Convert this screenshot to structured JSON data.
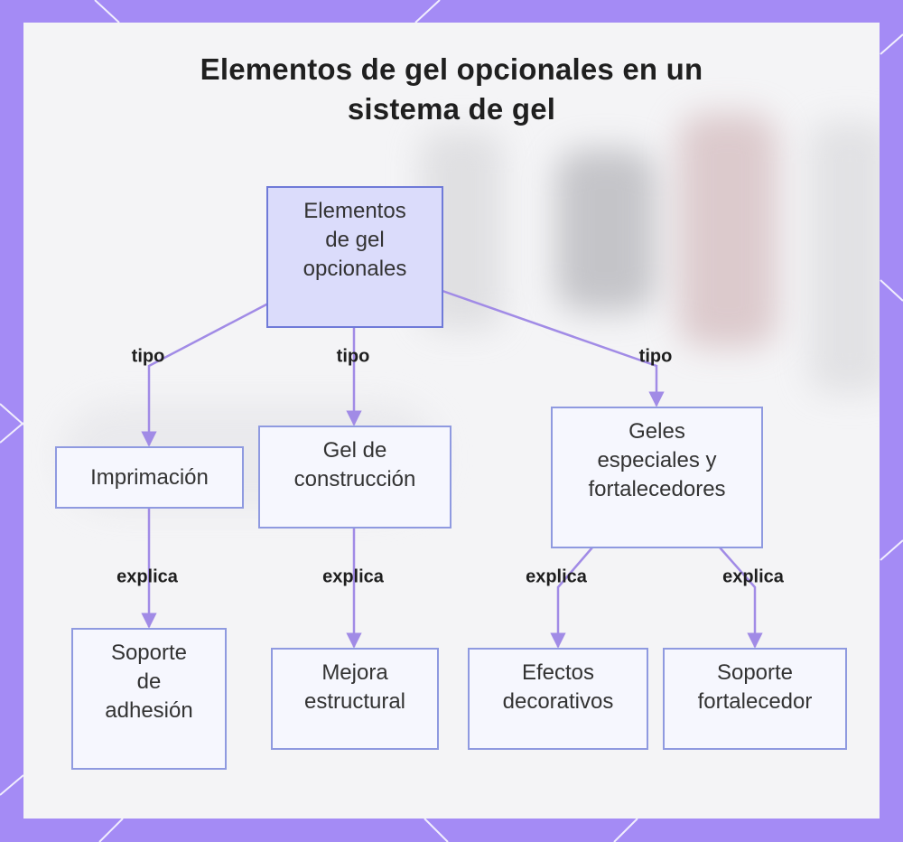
{
  "title": {
    "line1": "Elementos de gel opcionales en un",
    "line2": "sistema de gel"
  },
  "colors": {
    "frame": "#a48bf5",
    "card": "#f4f4f6",
    "node_fill": "#f6f7fe",
    "node_border": "#8f9ae0",
    "root_fill": "#dbdcfb",
    "root_border": "#6f7ad8",
    "connector": "#a18be6"
  },
  "nodes": {
    "root": "Elementos\nde gel\nopcionales",
    "imprimacion": "Imprimación",
    "gel_construccion": "Gel de\nconstrucción",
    "geles_especiales": "Geles\nespeciales y\nfortalecedores",
    "soporte_adhesion": "Soporte\nde\nadhesión",
    "mejora_estructural": "Mejora\nestructural",
    "efectos_decorativos": "Efectos\ndecorativos",
    "soporte_fortalecedor": "Soporte\nfortalecedor"
  },
  "edges": {
    "tipo_1": "tipo",
    "tipo_2": "tipo",
    "tipo_3": "tipo",
    "explica_1": "explica",
    "explica_2": "explica",
    "explica_3": "explica",
    "explica_4": "explica"
  }
}
